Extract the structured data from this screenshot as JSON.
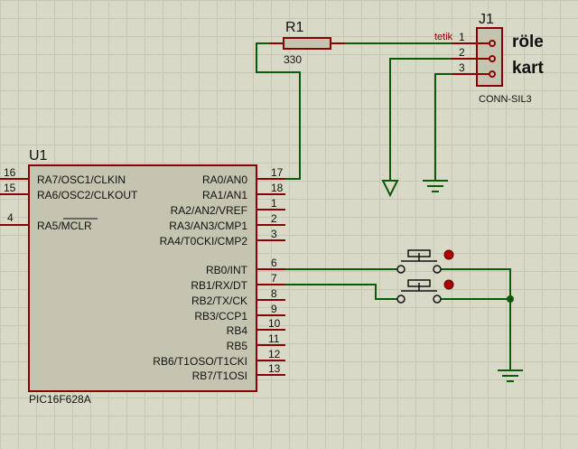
{
  "u1": {
    "ref": "U1",
    "part": "PIC16F628A",
    "left_pins": [
      {
        "num": "16",
        "label": "RA7/OSC1/CLKIN"
      },
      {
        "num": "15",
        "label": "RA6/OSC2/CLKOUT"
      },
      {
        "num": "4",
        "label": "RA5/MCLR"
      }
    ],
    "right_pins": [
      {
        "num": "17",
        "label": "RA0/AN0"
      },
      {
        "num": "18",
        "label": "RA1/AN1"
      },
      {
        "num": "1",
        "label": "RA2/AN2/VREF"
      },
      {
        "num": "2",
        "label": "RA3/AN3/CMP1"
      },
      {
        "num": "3",
        "label": "RA4/T0CKI/CMP2"
      },
      {
        "num": "6",
        "label": "RB0/INT"
      },
      {
        "num": "7",
        "label": "RB1/RX/DT"
      },
      {
        "num": "8",
        "label": "RB2/TX/CK"
      },
      {
        "num": "9",
        "label": "RB3/CCP1"
      },
      {
        "num": "10",
        "label": "RB4"
      },
      {
        "num": "11",
        "label": "RB5"
      },
      {
        "num": "12",
        "label": "RB6/T1OSO/T1CKI"
      },
      {
        "num": "13",
        "label": "RB7/T1OSI"
      }
    ]
  },
  "r1": {
    "ref": "R1",
    "value": "330"
  },
  "j1": {
    "ref": "J1",
    "part": "CONN-SIL3",
    "pins": [
      "1",
      "2",
      "3"
    ],
    "net_label": "tetik",
    "text_line1": "röle",
    "text_line2": "kart"
  },
  "colors": {
    "background": "#d9d9c7",
    "wire": "#0a5a0a",
    "component": "#8a0000",
    "body_fill": "#c4c4b0"
  }
}
